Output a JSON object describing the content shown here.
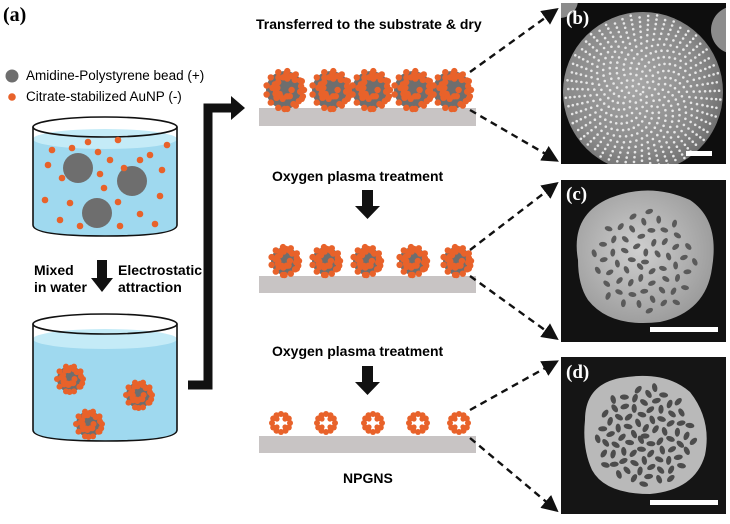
{
  "panel_label": "(a)",
  "legend": {
    "bead_label": "Amidine-Polystyrene bead (+)",
    "aunp_label": "Citrate-stabilized AuNP (-)"
  },
  "steps": {
    "mix_left_line1": "Mixed",
    "mix_left_line2": "in water",
    "mix_right_line1": "Electrostatic",
    "mix_right_line2": "attraction",
    "transfer": "Transferred to the substrate & dry",
    "plasma1": "Oxygen plasma treatment",
    "plasma2": "Oxygen plasma treatment",
    "final": "NPGNS"
  },
  "sem_panels": {
    "b": "(b)",
    "c": "(c)",
    "d": "(d)"
  },
  "colors": {
    "bead": "#6e6e6e",
    "aunp": "#e8622a",
    "water": "#9fd9ef",
    "substrate": "#c8c4c4",
    "sem_bg": "#0e0e0e"
  }
}
